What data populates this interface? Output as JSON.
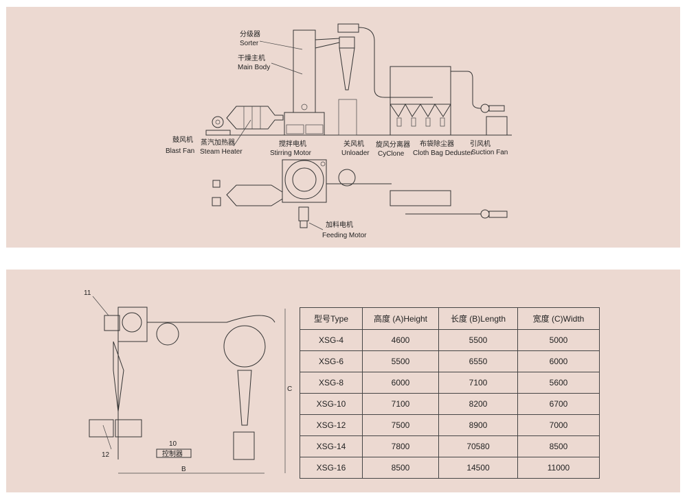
{
  "flow_diagram": {
    "labels": {
      "sorter_cn": "分级器",
      "sorter_en": "Sorter",
      "main_body_cn": "干燥主机",
      "main_body_en": "Main Body",
      "blast_fan_cn": "鼓风机",
      "blast_fan_en": "Blast Fan",
      "steam_heater_cn": "蒸汽加热器",
      "steam_heater_en": "Steam Heater",
      "stirring_motor_cn": "搅拌电机",
      "stirring_motor_en": "Stirring Motor",
      "unloader_cn": "关风机",
      "unloader_en": "Unloader",
      "cyclone_cn": "旋风分离器",
      "cyclone_en": "CyClone",
      "cloth_bag_cn": "布袋除尘器",
      "cloth_bag_en": "Cloth Bag Deduster",
      "suction_fan_cn": "引风机",
      "suction_fan_en": "Suction Fan",
      "feeding_motor_cn": "加料电机",
      "feeding_motor_en": "Feeding Motor"
    }
  },
  "layout_drawing": {
    "labels": {
      "item11": "11",
      "item12": "12",
      "item10": "10",
      "controller": "控制器",
      "dim_b": "B",
      "dim_c": "C"
    }
  },
  "spec_table": {
    "headers": [
      "型号Type",
      "高度 (A)Height",
      "长度 (B)Length",
      "宽度 (C)Width"
    ],
    "rows": [
      [
        "XSG-4",
        "4600",
        "5500",
        "5000"
      ],
      [
        "XSG-6",
        "5500",
        "6550",
        "6000"
      ],
      [
        "XSG-8",
        "6000",
        "7100",
        "5600"
      ],
      [
        "XSG-10",
        "7100",
        "8200",
        "6700"
      ],
      [
        "XSG-12",
        "7500",
        "8900",
        "7000"
      ],
      [
        "XSG-14",
        "7800",
        "70580",
        "8500"
      ],
      [
        "XSG-16",
        "8500",
        "14500",
        "11000"
      ]
    ]
  }
}
